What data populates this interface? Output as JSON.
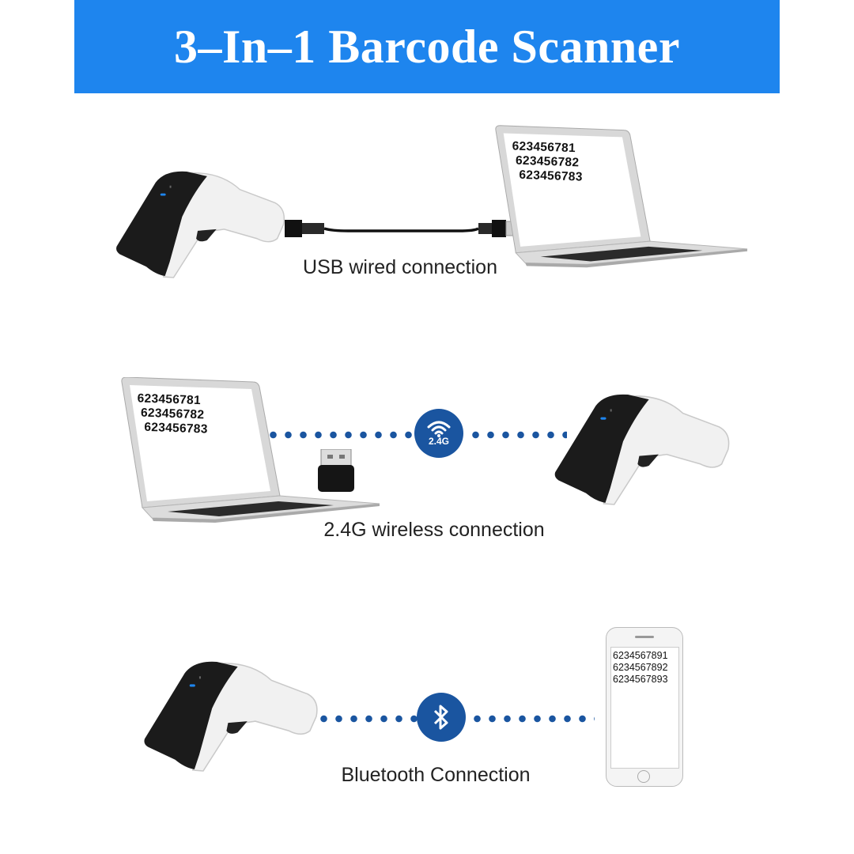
{
  "header": {
    "title": "3–In–1 Barcode Scanner",
    "background": "#1e85ee"
  },
  "accent": "#1a55a0",
  "sections": [
    {
      "label": "USB wired connection",
      "screen_lines": [
        "623456781",
        "623456782",
        "623456783"
      ]
    },
    {
      "label": "2.4G wireless connection",
      "badge_text": "2.4G",
      "badge_icon": "wifi-icon",
      "screen_lines": [
        "623456781",
        "623456782",
        "623456783"
      ]
    },
    {
      "label": "Bluetooth Connection",
      "badge_icon": "bluetooth-icon",
      "screen_lines": [
        "6234567891",
        "6234567892",
        "6234567893"
      ]
    }
  ]
}
